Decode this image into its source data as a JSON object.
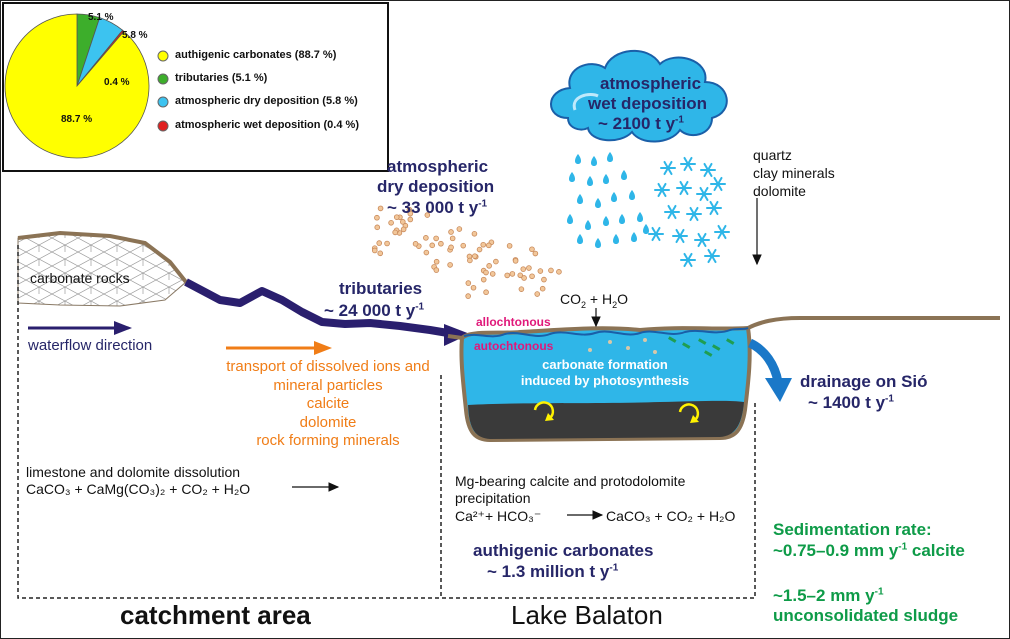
{
  "pie": {
    "labels": {
      "p1": "5.1 %",
      "p2": "5.8 %",
      "p3": "0.4 %",
      "p4": "88.7 %"
    },
    "legend": [
      {
        "label": "authigenic carbonates (88.7 %)",
        "color": "#FFFF00"
      },
      {
        "label": "tributaries (5.1 %)",
        "color": "#3DAE2B"
      },
      {
        "label": "atmospheric dry deposition (5.8 %)",
        "color": "#3CC3F0"
      },
      {
        "label": "atmospheric wet deposition (0.4 %)",
        "color": "#E02020"
      }
    ]
  },
  "chart_data": {
    "type": "pie",
    "categories": [
      "authigenic carbonates",
      "tributaries",
      "atmospheric dry deposition",
      "atmospheric wet deposition"
    ],
    "values": [
      88.7,
      5.1,
      5.8,
      0.4
    ],
    "colors": [
      "#FFFF00",
      "#3DAE2B",
      "#3CC3F0",
      "#E02020"
    ]
  },
  "labels": {
    "wet_dep_1": "atmospheric",
    "wet_dep_2": "wet deposition",
    "wet_dep_val": "~ 2100 t y",
    "dry_dep_1": "atmospheric",
    "dry_dep_2": "dry deposition",
    "dry_dep_val": "~ 33 000 t y",
    "quartz_1": "quartz",
    "quartz_2": "clay minerals",
    "quartz_3": "dolomite",
    "carbonate_rocks": "carbonate rocks",
    "tributaries": "tributaries",
    "tributaries_val": "~ 24 000 t y",
    "co2": "CO",
    "co2_rest": " + H",
    "co2_o": "O",
    "allochtonous": "allochtonous",
    "autochtonous": "autochtonous",
    "waterflow": "waterflow direction",
    "transport_1": "transport of dissolved ions and",
    "transport_2": "mineral particles",
    "transport_3": "calcite",
    "transport_4": "dolomite",
    "transport_5": "rock forming minerals",
    "lake_text_1": "carbonate formation",
    "lake_text_2": "induced by photosynthesis",
    "drainage_1": "drainage on Sió",
    "drainage_val": "~ 1400 t y",
    "limestone": "limestone and dolomite dissolution",
    "eq1": "CaCO₃ + CaMg(CO₃)₂ + CO₂ + H₂O",
    "mg_1": "Mg-bearing calcite and protodolomite",
    "mg_2": "precipitation",
    "eq2_left": "Ca²⁺+ HCO₃⁻",
    "eq2_right": "CaCO₃ + CO₂ + H₂O",
    "authigenic_1": "authigenic carbonates",
    "authigenic_val": "~ 1.3 million t y",
    "sed_1": "Sedimentation rate:",
    "sed_2": "~0.75–0.9  mm y",
    "sed_2b": " calcite",
    "sed_3": "~1.5–2  mm y",
    "sed_4": "unconsolidated sludge",
    "sup": "-1",
    "catchment": "catchment area",
    "lake": "Lake Balaton"
  }
}
